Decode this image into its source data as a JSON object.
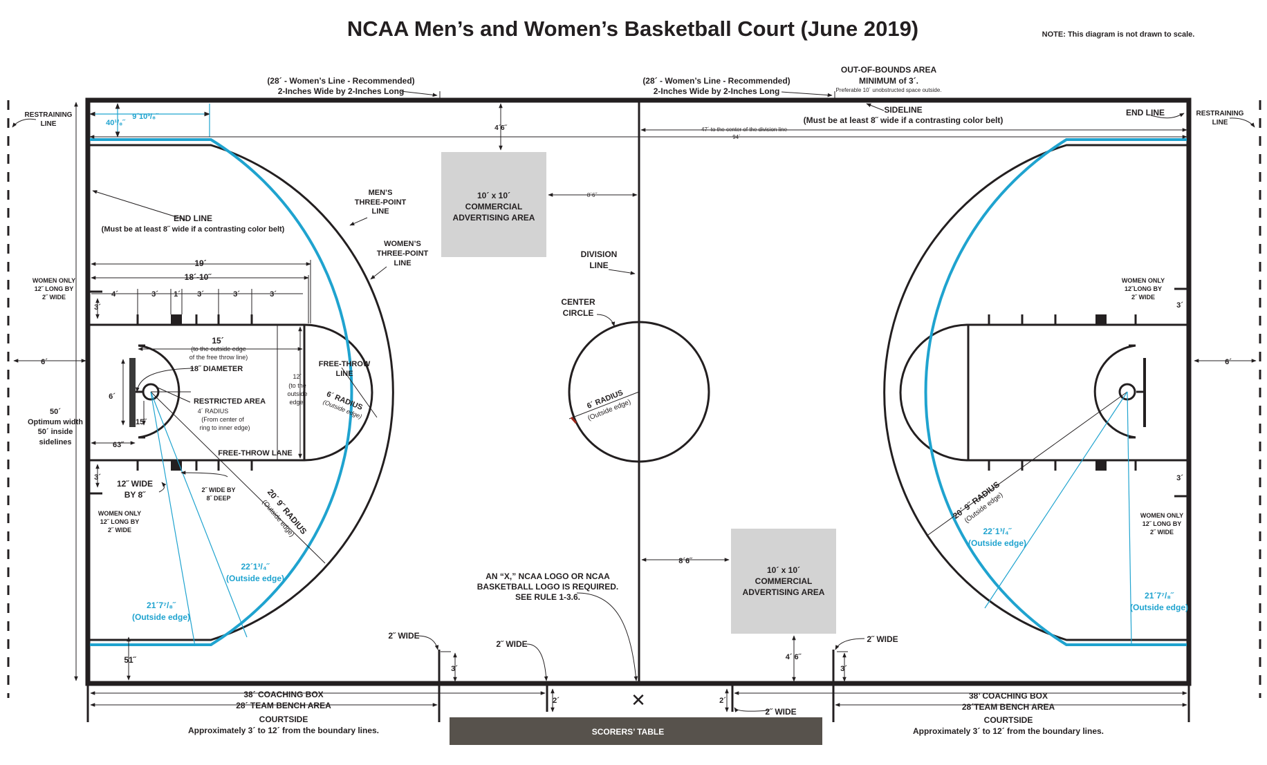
{
  "title": "NCAA Men’s and Women’s Basketball Court (June 2019)",
  "note": "NOTE: This diagram is not drawn to scale.",
  "labels": {
    "womens_line_left_1": "(28´ - Women’s Line - Recommended)",
    "womens_line_left_2": "2-Inches Wide by 2-Inches Long",
    "womens_line_right_1": "(28´ - Women’s Line - Recommended)",
    "womens_line_right_2": "2-Inches Wide by 2-Inches Long",
    "oob_1": "OUT-OF-BOUNDS AREA",
    "oob_2": "MINIMUM of 3´.",
    "oob_3": "Preferable 10´ unobstructed space outside.",
    "sideline_1": "SIDELINE",
    "sideline_2": "(Must be at least 8˝ wide if a contrasting color belt)",
    "end_line_right": "END LINE",
    "restraining_left_1": "RESTRAINING",
    "restraining_left_2": "LINE",
    "restraining_right_1": "RESTRAINING",
    "restraining_right_2": "LINE",
    "dim_40": "40¹/₈˝",
    "dim_9_10": "9´10³/₈˝",
    "dim_4_6_top": "4´6˝",
    "dim_47": "47´ to the center of the division line",
    "dim_94": "94´",
    "ad_top_1": "10´ x 10´",
    "ad_top_2": "COMMERCIAL",
    "ad_top_3": "ADVERTISING AREA",
    "dim_8_6_top": "8´6˝",
    "mens_3pt_1": "MEN’S",
    "mens_3pt_2": "THREE-POINT",
    "mens_3pt_3": "LINE",
    "womens_3pt_1": "WOMEN’S",
    "womens_3pt_2": "THREE-POINT",
    "womens_3pt_3": "LINE",
    "end_line_left_1": "END LINE",
    "end_line_left_2": "(Must be at least 8˝ wide if a contrasting color belt)",
    "division_1": "DIVISION",
    "division_2": "LINE",
    "center_circle_1": "CENTER",
    "center_circle_2": "CIRCLE",
    "dim_19": "19´",
    "dim_18_10": "18´-10˝",
    "dim_4": "4´",
    "dim_3a": "3´",
    "dim_1": "1´",
    "dim_3b": "3´",
    "dim_3c": "3´",
    "dim_3d": "3´",
    "dim_3_left_top": "3´",
    "women_only_l1": "WOMEN ONLY",
    "women_only_l2": "12˝ LONG BY",
    "women_only_l3": "2˝ WIDE",
    "dim_6_left": "6´",
    "dim_6_right": "6´",
    "dim_15_1": "15´",
    "dim_15_2": "(to the outside edge",
    "dim_15_3": "of the free throw line)",
    "dim_18_diameter": "18˝ DIAMETER",
    "dim_6_backboard": "6´",
    "restricted_1": "RESTRICTED AREA",
    "restricted_2": "4´ RADIUS",
    "restricted_3": "(From center of",
    "restricted_4": "ring to inner edge)",
    "dim_15in": "15˝",
    "dim_63": "63˝",
    "dim_12_1": "12´",
    "dim_12_2": "(to the",
    "dim_12_3": "outside",
    "dim_12_4": "edge)",
    "free_throw_1": "FREE-THROW",
    "free_throw_2": "LINE",
    "six_radius_1": "6´ RADIUS",
    "six_radius_2": "(Outside edge)",
    "free_throw_lane": "FREE-THROW LANE",
    "dim_50_1": "50´",
    "dim_50_2": "Optimum width",
    "dim_50_3": "50´ inside",
    "dim_50_4": "sidelines",
    "twelve_wide_1": "12˝ WIDE",
    "twelve_wide_2": "BY 8˝",
    "two_wide_deep_1": "2˝ WIDE BY",
    "two_wide_deep_2": "8˝ DEEP",
    "dim_3_left_bottom": "3´",
    "women_only_l4": "WOMEN ONLY",
    "women_only_l5": "12˝ LONG BY",
    "women_only_l6": "2˝ WIDE",
    "radius_20_9_left_1": "20´ 9˝ RADIUS",
    "radius_20_9_left_2": "(Outside edge)",
    "dim_22_left_1": "22´1³/₄˝",
    "dim_22_left_2": "(Outside edge)",
    "dim_21_left_1": "21´7⁷/₈˝",
    "dim_21_left_2": "(Outside edge)",
    "dim_51": "51˝",
    "center_radius_1": "6´ RADIUS",
    "center_radius_2": "(Outside edge)",
    "ad_bottom_1": "10´ x 10´",
    "ad_bottom_2": "COMMERCIAL",
    "ad_bottom_3": "ADVERTISING AREA",
    "dim_8_6_bottom": "8´6˝",
    "dim_4_6_bottom": "4´ 6˝",
    "logo_1": "AN “X,” NCAA LOGO OR NCAA",
    "logo_2": "BASKETBALL LOGO IS REQUIRED.",
    "logo_3": "SEE RULE 1-3.6.",
    "two_wide_1": "2˝ WIDE",
    "two_wide_2": "2˝ WIDE",
    "two_wide_3": "2˝ WIDE",
    "two_wide_4": "2˝ WIDE",
    "dim_3_box_left": "3´",
    "dim_3_box_right": "3´",
    "dim_2_left": "2´",
    "dim_2_right": "2´",
    "women_only_r1": "WOMEN ONLY",
    "women_only_r2": "12˝LONG BY",
    "women_only_r3": "2˝ WIDE",
    "dim_3_right_top": "3´",
    "dim_3_right_bottom": "3´",
    "women_only_r4": "WOMEN ONLY",
    "women_only_r5": "12˝ LONG BY",
    "women_only_r6": "2˝ WIDE",
    "radius_20_9_right_1": "20´ 9˝ RADIUS",
    "radius_20_9_right_2": "(Outside edge)",
    "dim_22_right_1": "22´1³/₄˝",
    "dim_22_right_2": "(Outside edge)",
    "dim_21_right_1": "21´7⁷/₈˝",
    "dim_21_right_2": "(Outside edge)",
    "coach_left_1": "38´ COACHING BOX",
    "coach_left_2": "28´ TEAM BENCH AREA",
    "coach_right_1": "38’ COACHING BOX",
    "coach_right_2": "28´TEAM BENCH AREA",
    "courtside_left_1": "COURTSIDE",
    "courtside_left_2": "Approximately 3´ to 12´ from the boundary lines.",
    "courtside_right_1": "COURTSIDE",
    "courtside_right_2": "Approximately 3´ to 12´ from the boundary lines.",
    "scorers_table": "SCORERS’ TABLE",
    "center_x": "✕"
  },
  "colors": {
    "line": "#231f20",
    "womens_line": "#1fa3cf",
    "ad_area": "#d3d3d3",
    "scorers_table": "#57524c"
  }
}
